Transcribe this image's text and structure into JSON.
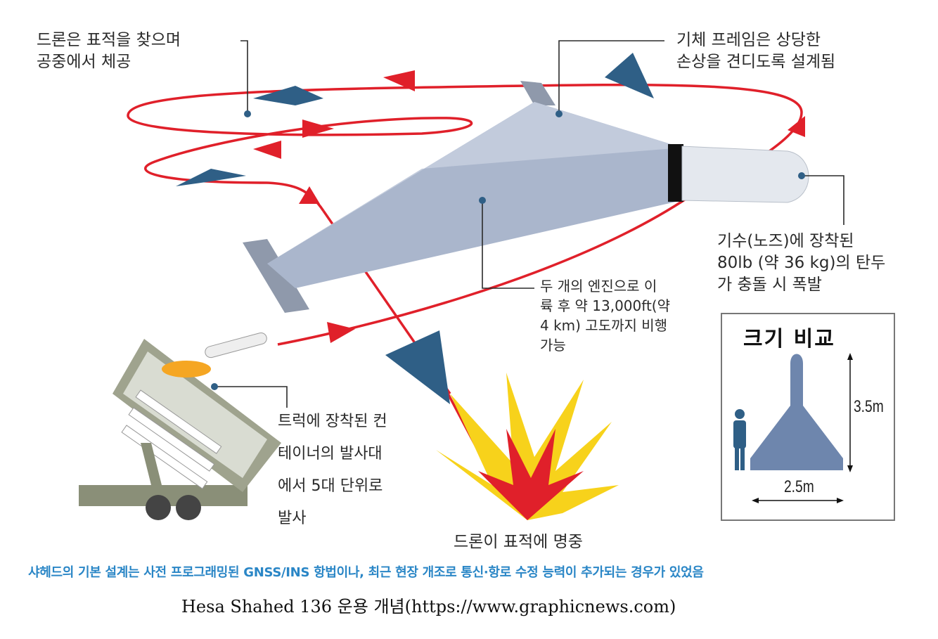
{
  "labels": {
    "loiter": [
      "드론은 표적을 찾으며",
      "공중에서 체공"
    ],
    "airframe": [
      "기체 프레임은 상당한",
      "손상을 견디도록 설계됨"
    ],
    "warhead": [
      "기수(노즈)에 장착된",
      "80lb (약 36 kg)의 탄두",
      "가 충돌 시 폭발"
    ],
    "engine": [
      "두 개의 엔진으로 이",
      "륙 후 약 13,000ft(약",
      "4 km) 고도까지 비행",
      "가능"
    ],
    "launcher": [
      "트럭에 장착된 컨",
      "테이너의 발사대",
      "에서 5대 단위로",
      "발사"
    ],
    "impact": "드론이 표적에 명중"
  },
  "size_comparison": {
    "title": "크기 비교",
    "length": "3.5m",
    "wingspan": "2.5m"
  },
  "caption": "샤헤드의 기본 설계는 사전 프로그래밍된 GNSS/INS 항법이나, 최근 현장 개조로 통신·항로 수정 능력이 추가되는 경우가 있었음",
  "credit": "Hesa Shahed 136   운용 개념(https://www.graphicnews.com)",
  "colors": {
    "path": "#e0202a",
    "drone_blue": "#2f5f86",
    "airframe": "#aab6cc",
    "caption": "#2a86c6"
  }
}
